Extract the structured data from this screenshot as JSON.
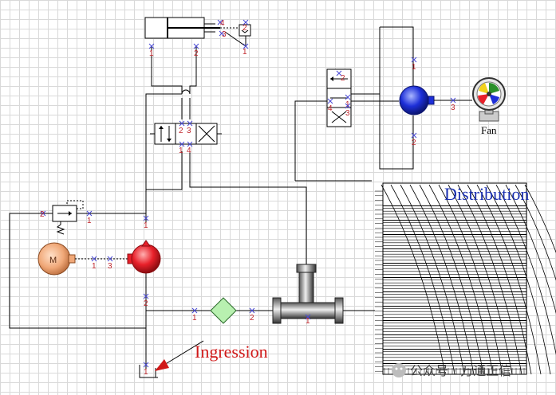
{
  "labels": {
    "distribution": "Distribution",
    "ingression": "Ingression",
    "fan": "Fan",
    "motor": "M",
    "watermark": "公众号 · 万通正信"
  },
  "ports": {
    "cyl_left": "1",
    "cyl_right": "2",
    "valve_a": "4",
    "valve_b": "2",
    "valve_c": "3",
    "valve_d": "1",
    "dv_top_2": "2",
    "dv_top_3": "3",
    "dv_bot_1": "1",
    "dv_bot_4": "4",
    "fv_side": "2",
    "fv_4": "4",
    "fv_1": "1",
    "fv_3": "3",
    "fm_top": "1",
    "fm_right": "3",
    "fm_bot": "2",
    "relief_in": "2",
    "relief_out": "1",
    "motor_1": "1",
    "motor_3": "3",
    "pump_top": "1",
    "pump_bot": "2",
    "filter_in": "1",
    "filter_out": "2",
    "tee_bot": "1",
    "tank": "1"
  },
  "colors": {
    "pump": "#e8202a",
    "fan_motor": "#1d2fd8",
    "motor": "#f0a878",
    "filter": "#b8f0b0",
    "port_text": "#c0272d",
    "port_mark": "#4a4ad6"
  }
}
